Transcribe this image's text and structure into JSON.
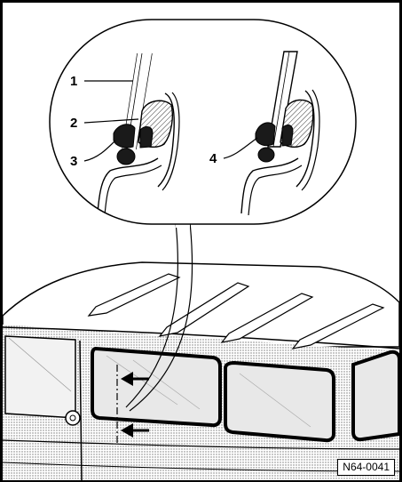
{
  "figure": {
    "reference": "N64-0041",
    "callouts": [
      {
        "number": "1"
      },
      {
        "number": "2"
      },
      {
        "number": "3"
      },
      {
        "number": "4"
      }
    ]
  },
  "colors": {
    "line": "#000000",
    "seal": "#1a1a1a",
    "glass_shade": "#cccccc",
    "body_shade": "#bdbdbd",
    "background": "#ffffff"
  },
  "icons": {
    "arrow": "arrow-left-icon"
  }
}
